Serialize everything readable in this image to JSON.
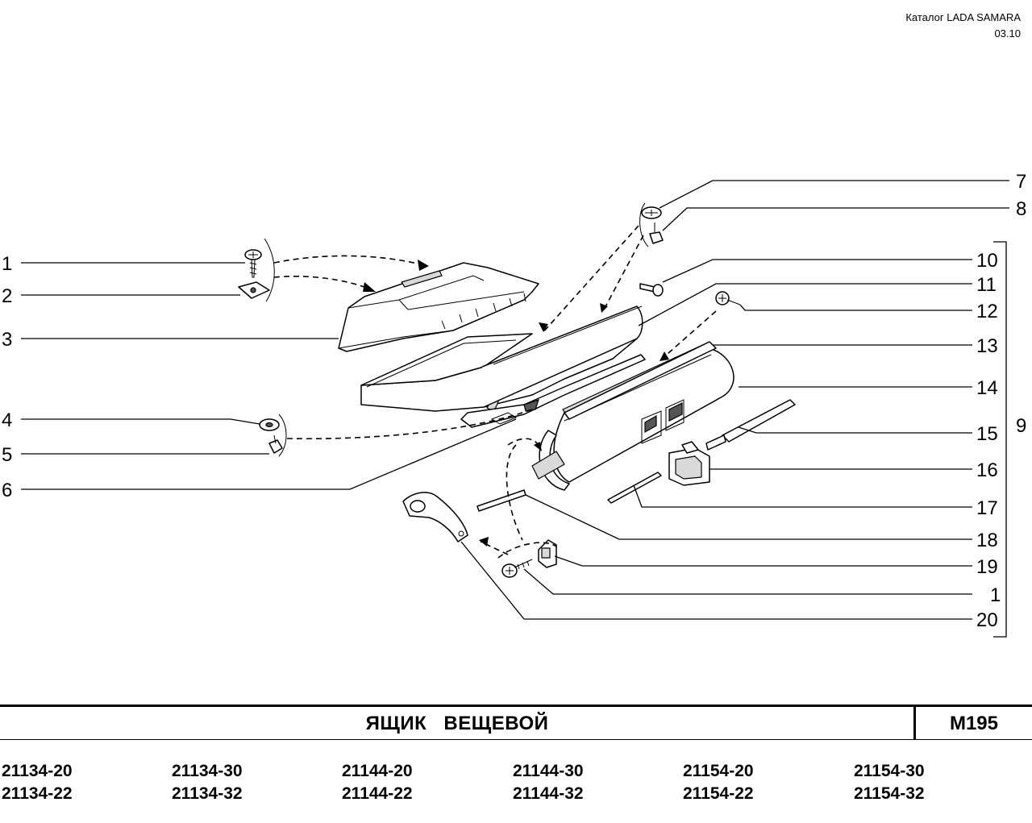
{
  "header": {
    "catalog": "Каталог  LADA SAMARA",
    "date": "03.10"
  },
  "callouts": {
    "left": [
      "1",
      "2",
      "3",
      "4",
      "5",
      "6"
    ],
    "right": [
      "7",
      "8",
      "10",
      "11",
      "12",
      "13",
      "14",
      "15",
      "16",
      "17",
      "18",
      "19",
      "1",
      "20"
    ],
    "group": "9"
  },
  "title": {
    "text": "ЯЩИК  ВЕЩЕВОЙ",
    "code": "М195"
  },
  "models": [
    [
      "21134-20",
      "21134-22"
    ],
    [
      "21134-30",
      "21134-32"
    ],
    [
      "21144-20",
      "21144-22"
    ],
    [
      "21144-30",
      "21144-32"
    ],
    [
      "21154-20",
      "21154-22"
    ],
    [
      "21154-30",
      "21154-32"
    ]
  ]
}
